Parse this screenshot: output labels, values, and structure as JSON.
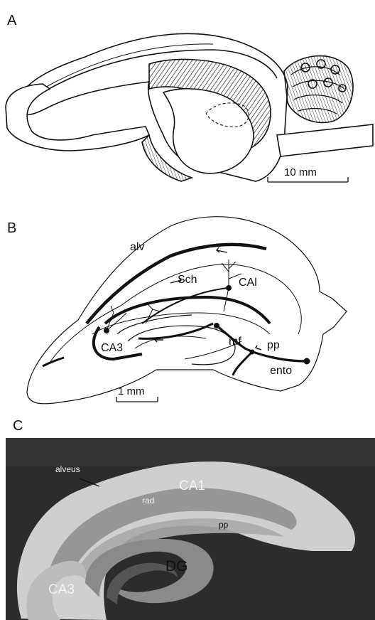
{
  "panels": {
    "a": {
      "letter": "A",
      "scale_bar": "10 mm"
    },
    "b": {
      "letter": "B",
      "labels": {
        "alv": "alv",
        "sch": "Sch",
        "ca1": "CAl",
        "ca3": "CA3",
        "mf": "mf",
        "pp": "pp",
        "ento": "ento"
      },
      "scale_bar": "1 mm"
    },
    "c": {
      "letter": "C",
      "labels": {
        "alveus": "alveus",
        "ca1": "CA1",
        "rad": "rad",
        "pp": "pp",
        "dg": "DG",
        "ca3": "CA3"
      }
    }
  },
  "colors": {
    "ink": "#111111",
    "photo_bg": "#2a2a2a",
    "tissue_light": "#d6d6d6",
    "tissue_mid": "#9a9a9a"
  }
}
